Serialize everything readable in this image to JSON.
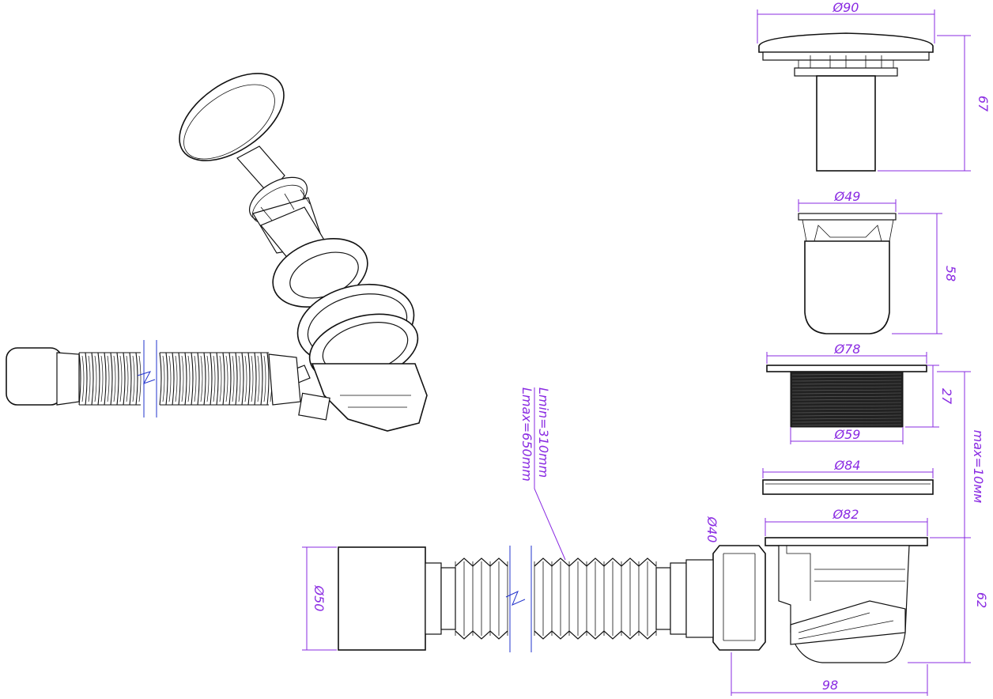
{
  "labels": {
    "d90": "Ø90",
    "h67": "67",
    "d49": "Ø49",
    "h58": "58",
    "d78": "Ø78",
    "h27": "27",
    "d59": "Ø59",
    "maxmm": "max=10мм",
    "d84": "Ø84",
    "d82": "Ø82",
    "h62": "62",
    "d40": "Ø40",
    "d50": "Ø50",
    "w98": "98",
    "lmin": "Lmin=310mm",
    "lmax": "Lmax=650mm"
  },
  "colors": {
    "dimension": "#8a2be2",
    "outline": "#111111",
    "break": "#2233cc"
  }
}
